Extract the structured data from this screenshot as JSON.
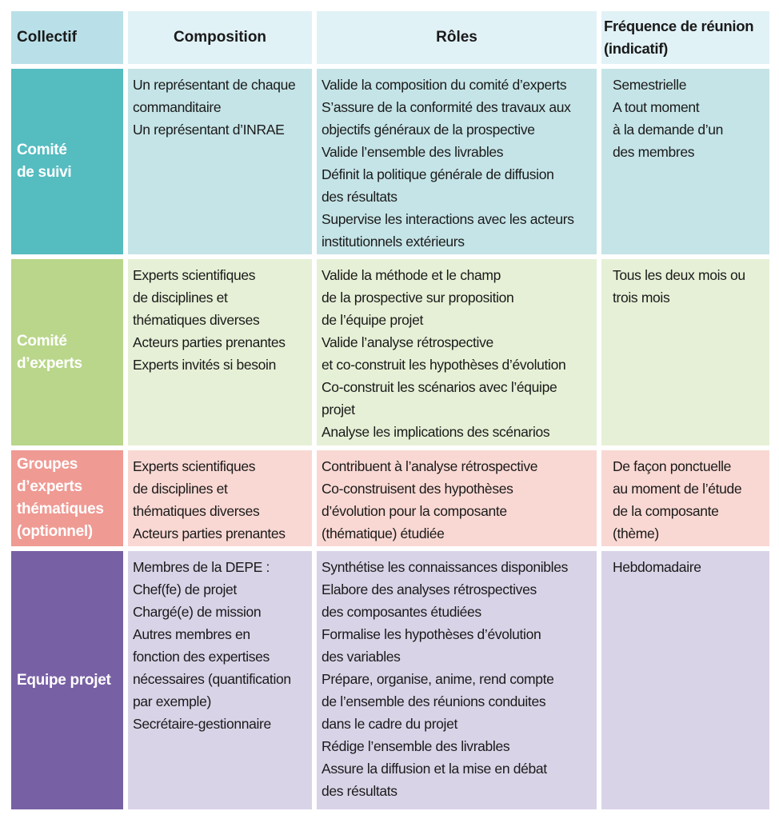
{
  "colors": {
    "header_first": "#b9e0e8",
    "header": "#e1f2f7",
    "row1_label": "#55bcc0",
    "row1": "#c5e4e7",
    "row2_label": "#b9d68a",
    "row2": "#e6f0d6",
    "row3_label": "#ef9a93",
    "row3": "#f9d8d3",
    "row4_label": "#7860a4",
    "row4": "#d9d3e7"
  },
  "headers": [
    "Collectif",
    "Composition",
    "Rôles",
    "Fréquence de réunion (indicatif)"
  ],
  "header_freq_lines": [
    "Fréquence de réunion",
    "(indicatif)"
  ],
  "rows": [
    {
      "label": [
        "Comité",
        "de suivi"
      ],
      "composition": [
        "Un représentant de chaque",
        "commanditaire",
        "Un représentant d’INRAE"
      ],
      "roles": [
        "Valide la composition du comité d’experts",
        "S’assure de la conformité des travaux aux",
        "objectifs généraux de la prospective",
        "Valide l’ensemble des livrables",
        "Définit la politique générale de diffusion",
        "des résultats",
        "Supervise les interactions avec les acteurs",
        "institutionnels extérieurs"
      ],
      "frequency": [
        "Semestrielle",
        "A tout moment",
        "à la demande d’un",
        "des membres"
      ]
    },
    {
      "label": [
        "Comité",
        "d’experts"
      ],
      "composition": [
        "Experts scientifiques",
        "de disciplines et",
        "thématiques diverses",
        "Acteurs parties prenantes",
        "Experts invités si besoin"
      ],
      "roles": [
        "Valide la méthode et le champ",
        "de la prospective sur proposition",
        "de l’équipe projet",
        "Valide l’analyse rétrospective",
        "et co-construit les hypothèses d’évolution",
        "Co-construit les scénarios avec l’équipe",
        "projet",
        "Analyse les implications des scénarios"
      ],
      "frequency": [
        "Tous les deux mois ou",
        "trois mois"
      ]
    },
    {
      "label": [
        "Groupes",
        "d’experts",
        "thématiques",
        "(optionnel)"
      ],
      "composition": [
        "Experts scientifiques",
        "de disciplines et",
        "thématiques diverses",
        "Acteurs parties prenantes"
      ],
      "roles": [
        "Contribuent à l’analyse rétrospective",
        "Co-construisent des hypothèses",
        "d’évolution pour la composante",
        "(thématique) étudiée"
      ],
      "frequency": [
        "De façon ponctuelle",
        "au moment de l’étude",
        "de la composante",
        "(thème)"
      ]
    },
    {
      "label": [
        "Equipe projet"
      ],
      "composition": [
        "Membres de la DEPE :",
        "Chef(fe) de projet",
        "Chargé(e) de mission",
        "Autres membres en",
        "fonction des expertises",
        "nécessaires (quantification",
        "par exemple)",
        "Secrétaire-gestionnaire"
      ],
      "roles": [
        "Synthétise les connaissances disponibles",
        "Elabore des analyses rétrospectives",
        "des composantes étudiées",
        "Formalise les hypothèses d’évolution",
        "des variables",
        "Prépare, organise, anime, rend compte",
        "de l’ensemble des réunions conduites",
        "dans le cadre du projet",
        "Rédige l’ensemble des livrables",
        "Assure la diffusion et la mise en débat",
        "des résultats"
      ],
      "frequency": [
        "Hebdomadaire"
      ]
    }
  ]
}
